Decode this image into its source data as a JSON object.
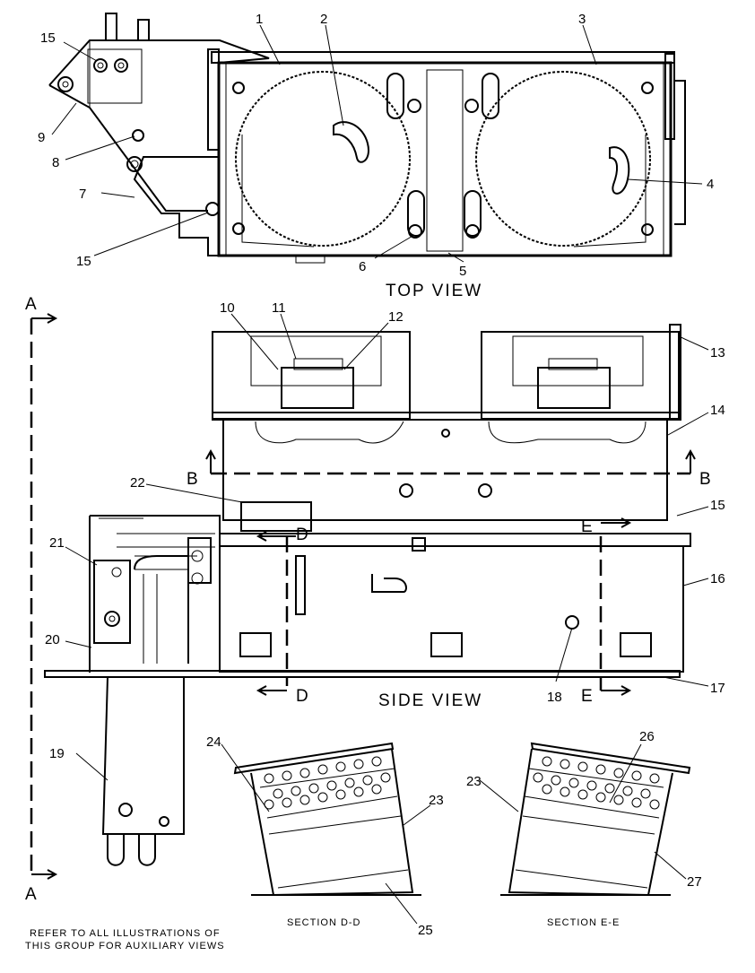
{
  "views": {
    "top": "TOP VIEW",
    "side": "SIDE VIEW",
    "section_d": "SECTION D-D",
    "section_e": "SECTION E-E"
  },
  "markers": {
    "a": "A",
    "b": "B",
    "d": "D",
    "e": "E"
  },
  "callouts": {
    "c1": "1",
    "c2": "2",
    "c3": "3",
    "c4": "4",
    "c5": "5",
    "c6": "6",
    "c7": "7",
    "c8": "8",
    "c9": "9",
    "c10": "10",
    "c11": "11",
    "c12": "12",
    "c13": "13",
    "c14": "14",
    "c15": "15",
    "c16": "16",
    "c17": "17",
    "c18": "18",
    "c19": "19",
    "c20": "20",
    "c21": "21",
    "c22": "22",
    "c23": "23",
    "c24": "24",
    "c25": "25",
    "c26": "26",
    "c27": "27"
  },
  "note": {
    "line1": "REFER TO ALL ILLUSTRATIONS OF",
    "line2": "THIS GROUP FOR AUXILIARY VIEWS"
  }
}
